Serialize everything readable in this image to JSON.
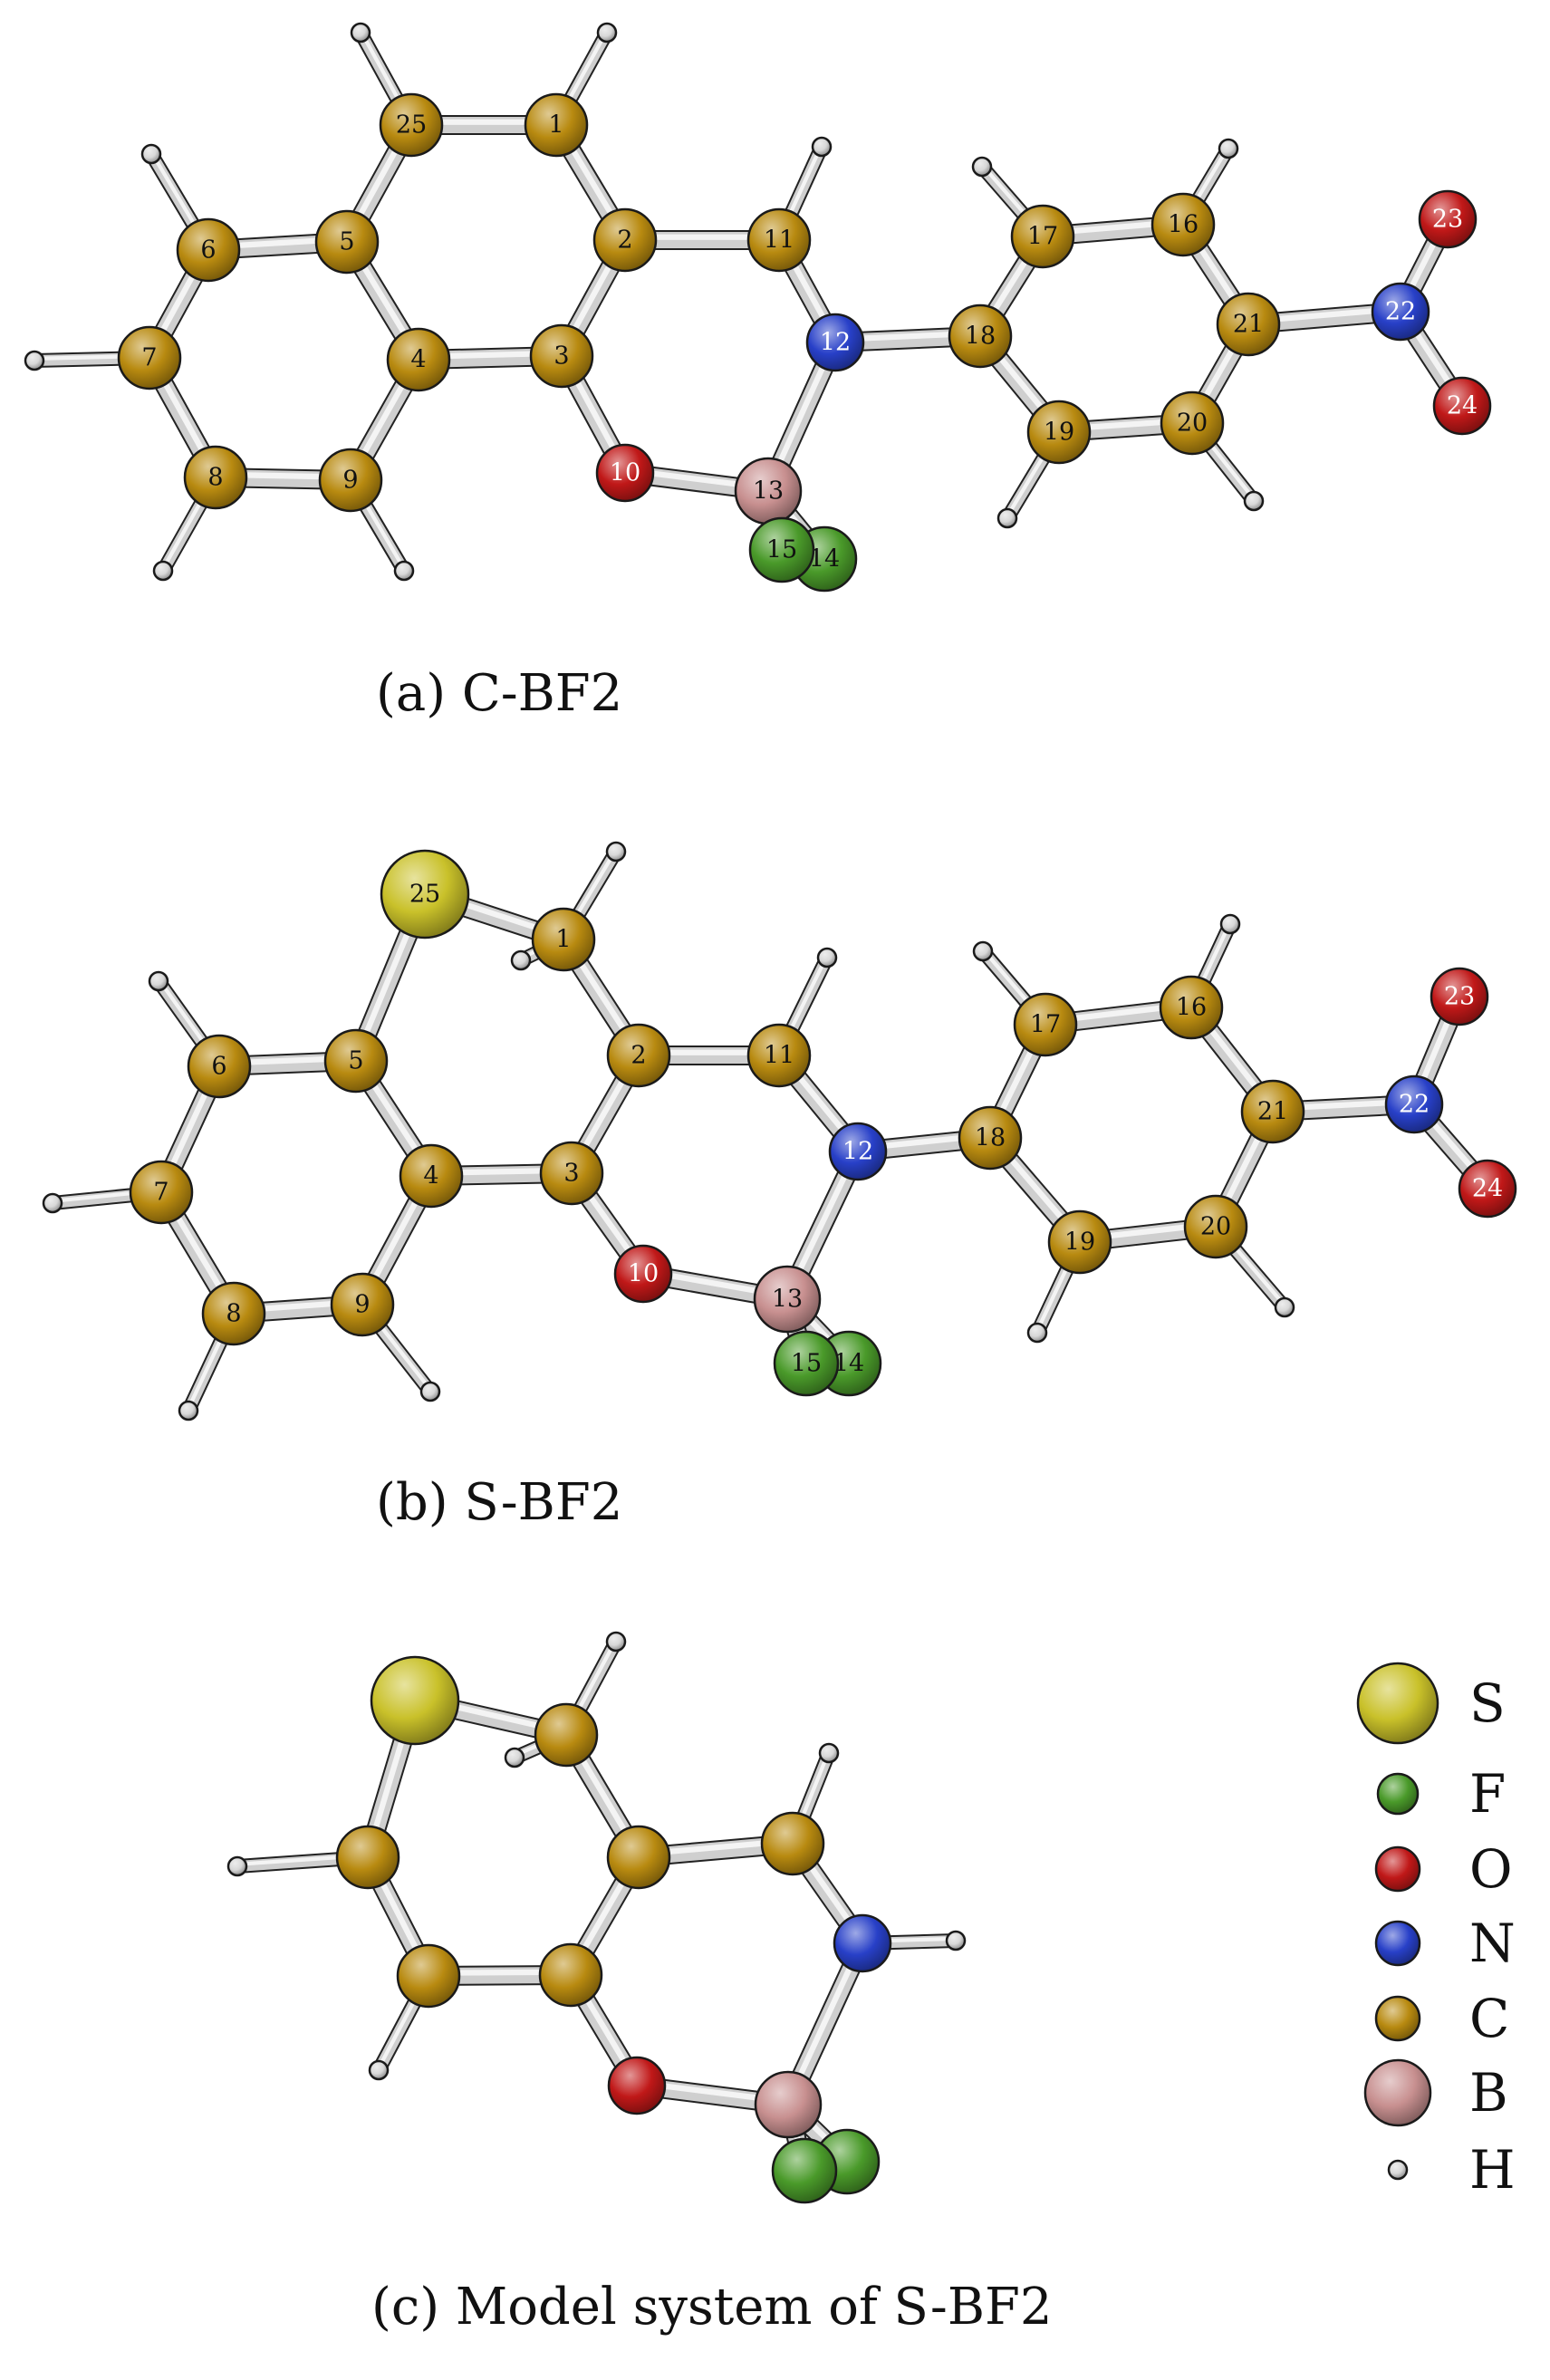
{
  "figure": {
    "panels": [
      {
        "id": "a",
        "caption": "(a) C-BF2",
        "atoms": [
          {
            "label": "1",
            "el": "C"
          },
          {
            "label": "2",
            "el": "C"
          },
          {
            "label": "3",
            "el": "C"
          },
          {
            "label": "4",
            "el": "C"
          },
          {
            "label": "5",
            "el": "C"
          },
          {
            "label": "6",
            "el": "C"
          },
          {
            "label": "7",
            "el": "C"
          },
          {
            "label": "8",
            "el": "C"
          },
          {
            "label": "9",
            "el": "C"
          },
          {
            "label": "10",
            "el": "O"
          },
          {
            "label": "11",
            "el": "C"
          },
          {
            "label": "12",
            "el": "N"
          },
          {
            "label": "13",
            "el": "B"
          },
          {
            "label": "14",
            "el": "F"
          },
          {
            "label": "15",
            "el": "F"
          },
          {
            "label": "16",
            "el": "C"
          },
          {
            "label": "17",
            "el": "C"
          },
          {
            "label": "18",
            "el": "C"
          },
          {
            "label": "19",
            "el": "C"
          },
          {
            "label": "20",
            "el": "C"
          },
          {
            "label": "21",
            "el": "C"
          },
          {
            "label": "22",
            "el": "N"
          },
          {
            "label": "23",
            "el": "O"
          },
          {
            "label": "24",
            "el": "O"
          },
          {
            "label": "25",
            "el": "C"
          }
        ]
      },
      {
        "id": "b",
        "caption": "(b) S-BF2",
        "atoms": [
          {
            "label": "1",
            "el": "C"
          },
          {
            "label": "2",
            "el": "C"
          },
          {
            "label": "3",
            "el": "C"
          },
          {
            "label": "4",
            "el": "C"
          },
          {
            "label": "5",
            "el": "C"
          },
          {
            "label": "6",
            "el": "C"
          },
          {
            "label": "7",
            "el": "C"
          },
          {
            "label": "8",
            "el": "C"
          },
          {
            "label": "9",
            "el": "C"
          },
          {
            "label": "10",
            "el": "O"
          },
          {
            "label": "11",
            "el": "C"
          },
          {
            "label": "12",
            "el": "N"
          },
          {
            "label": "13",
            "el": "B"
          },
          {
            "label": "14",
            "el": "F"
          },
          {
            "label": "15",
            "el": "F"
          },
          {
            "label": "16",
            "el": "C"
          },
          {
            "label": "17",
            "el": "C"
          },
          {
            "label": "18",
            "el": "C"
          },
          {
            "label": "19",
            "el": "C"
          },
          {
            "label": "20",
            "el": "C"
          },
          {
            "label": "21",
            "el": "C"
          },
          {
            "label": "22",
            "el": "N"
          },
          {
            "label": "23",
            "el": "O"
          },
          {
            "label": "24",
            "el": "O"
          },
          {
            "label": "25",
            "el": "S"
          }
        ]
      },
      {
        "id": "c",
        "caption": "(c) Model system of S-BF2",
        "atoms": []
      }
    ],
    "legend": [
      {
        "symbol": "S",
        "color": "#c9c12a"
      },
      {
        "symbol": "F",
        "color": "#4a9a2a"
      },
      {
        "symbol": "O",
        "color": "#c01818"
      },
      {
        "symbol": "N",
        "color": "#2840c8"
      },
      {
        "symbol": "C",
        "color": "#b88a10"
      },
      {
        "symbol": "B",
        "color": "#c89090"
      },
      {
        "symbol": "H",
        "color": "#d8d8d8"
      }
    ],
    "element_colors": {
      "C": "#b88a10",
      "O": "#c01818",
      "N": "#2840c8",
      "B": "#c89090",
      "F": "#4a9a2a",
      "S": "#c9c12a",
      "H": "#d8d8d8"
    }
  }
}
